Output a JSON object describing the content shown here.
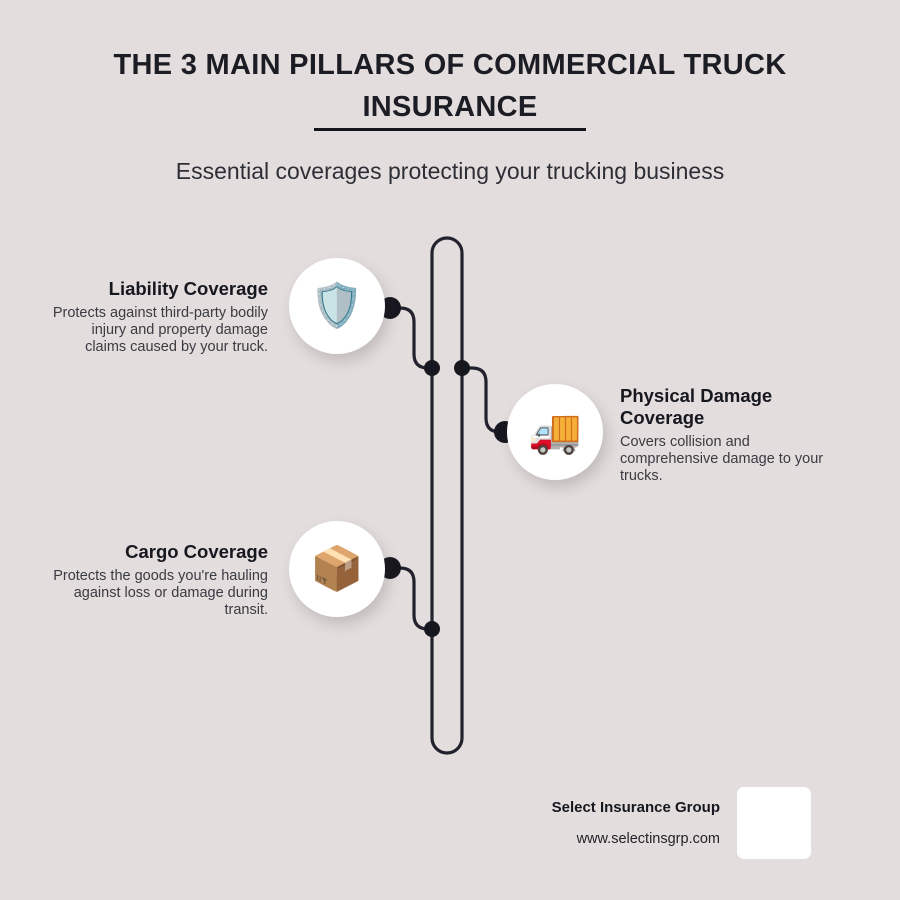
{
  "header": {
    "title": "THE 3 MAIN PILLARS OF COMMERCIAL TRUCK INSURANCE",
    "subtitle": "Essential coverages protecting your trucking business"
  },
  "pillars": [
    {
      "id": "liability",
      "heading": "Liability Coverage",
      "body": "Protects against third-party bodily injury and property damage claims caused by your truck.",
      "icon": "shield-icon",
      "icon_glyph": "🛡️",
      "side": "left"
    },
    {
      "id": "physical-damage",
      "heading": "Physical Damage Coverage",
      "body": "Covers collision and comprehensive damage to your trucks.",
      "icon": "truck-icon",
      "icon_glyph": "🚚",
      "side": "right"
    },
    {
      "id": "cargo",
      "heading": "Cargo Coverage",
      "body": "Protects the goods you're hauling against loss or damage during transit.",
      "icon": "package-icon",
      "icon_glyph": "📦",
      "side": "left"
    }
  ],
  "footer": {
    "company": "Select Insurance Group",
    "website": "www.selectinsgrp.com"
  },
  "colors": {
    "background": "#e3dedd",
    "ink": "#17171f",
    "line": "#22222e",
    "card": "#ffffff"
  }
}
